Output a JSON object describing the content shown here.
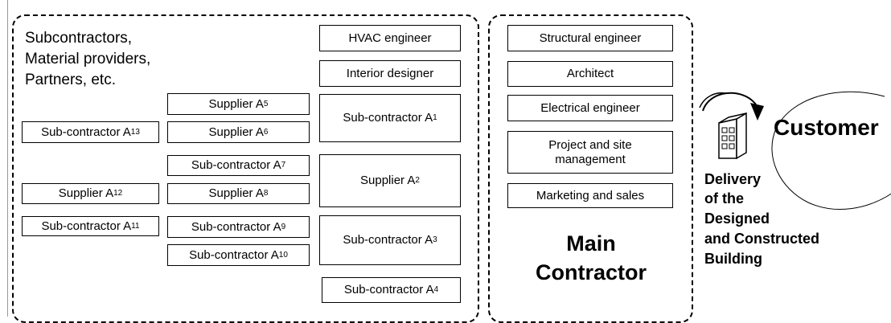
{
  "left_panel": {
    "heading_lines": [
      "Subcontractors,",
      "Material providers,",
      "Partners, etc."
    ],
    "right_column": [
      {
        "name": "HVAC engineer",
        "sub": ""
      },
      {
        "name": "Interior designer",
        "sub": ""
      },
      {
        "name": "Sub-contractor A",
        "sub": "1"
      },
      {
        "name": "Supplier A",
        "sub": "2"
      },
      {
        "name": "Sub-contractor A",
        "sub": "3"
      },
      {
        "name": "Sub-contractor A",
        "sub": "4"
      }
    ],
    "middle_column": [
      {
        "name": "Supplier A",
        "sub": "5"
      },
      {
        "name": "Supplier A",
        "sub": "6"
      },
      {
        "name": "Sub-contractor A",
        "sub": "7"
      },
      {
        "name": "Supplier A",
        "sub": "8"
      },
      {
        "name": "Sub-contractor A",
        "sub": "9"
      },
      {
        "name": "Sub-contractor A",
        "sub": "10"
      }
    ],
    "left_column": [
      {
        "name": "Sub-contractor A",
        "sub": "13"
      },
      {
        "name": "Supplier A",
        "sub": "12"
      },
      {
        "name": "Sub-contractor A",
        "sub": "11"
      }
    ]
  },
  "main_panel": {
    "roles": [
      "Structural engineer",
      "Architect",
      "Electrical engineer",
      "Project and site management",
      "Marketing and sales"
    ],
    "title_lines": [
      "Main",
      "Contractor"
    ]
  },
  "customer": {
    "label": "Customer",
    "delivery_lines": [
      "Delivery",
      "of the",
      "Designed",
      "and Constructed",
      "Building"
    ],
    "building_icon": "building-icon",
    "arrow_icon": "curved-arrow-icon"
  }
}
